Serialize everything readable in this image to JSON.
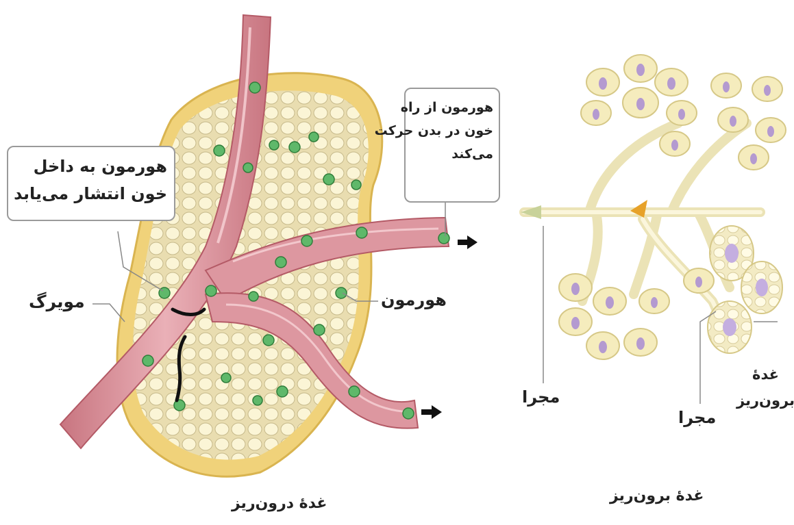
{
  "endocrine": {
    "callout_diffusion": [
      "هورمون به داخل",
      "خون انتشار می‌یابد"
    ],
    "callout_transport": [
      "هورمون از راه",
      "خون در بدن حرکت",
      "می‌کند"
    ],
    "label_capillary": "مویرگ",
    "label_hormone": "هورمون",
    "caption": "غدهٔ درون‌ریز"
  },
  "exocrine": {
    "label_duct_left": "مجرا",
    "label_duct_right": "مجرا",
    "label_gland": [
      "غدهٔ",
      "برون‌ریز"
    ],
    "caption": "غدهٔ برون‌ریز"
  },
  "colors": {
    "vessel": "#d98a93",
    "vessel_edge": "#b45a66",
    "gland_body": "#f3de93",
    "cell_fill": "#fbf5d6",
    "hormone": "#5fb86a",
    "exo_lobe": "#f5ecbd",
    "exo_nucleus": "#b49ad0"
  }
}
